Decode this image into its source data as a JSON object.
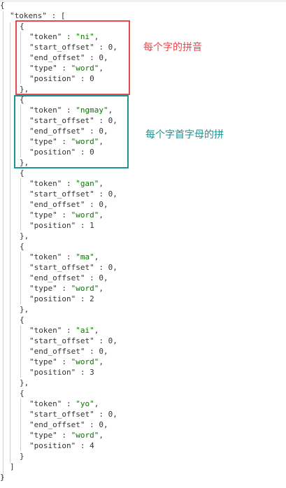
{
  "json": {
    "open_brace": "{",
    "tokens_key": "\"tokens\"",
    "array_open": "[",
    "array_close": "]",
    "close_brace": "}",
    "items": [
      {
        "token": "\"ni\"",
        "start_offset": "0",
        "end_offset": "0",
        "type": "\"word\"",
        "position": "0"
      },
      {
        "token": "\"ngmay\"",
        "start_offset": "0",
        "end_offset": "0",
        "type": "\"word\"",
        "position": "0"
      },
      {
        "token": "\"gan\"",
        "start_offset": "0",
        "end_offset": "0",
        "type": "\"word\"",
        "position": "1"
      },
      {
        "token": "\"ma\"",
        "start_offset": "0",
        "end_offset": "0",
        "type": "\"word\"",
        "position": "2"
      },
      {
        "token": "\"ai\"",
        "start_offset": "0",
        "end_offset": "0",
        "type": "\"word\"",
        "position": "3"
      },
      {
        "token": "\"yo\"",
        "start_offset": "0",
        "end_offset": "0",
        "type": "\"word\"",
        "position": "4"
      }
    ],
    "labels": {
      "token": "\"token\"",
      "start_offset": "\"start_offset\"",
      "end_offset": "\"end_offset\"",
      "type": "\"type\"",
      "position": "\"position\""
    }
  },
  "annotations": {
    "red_note": "每个字的拼音",
    "teal_note": "每个字首字母的拼",
    "red_color": "#e8474b",
    "teal_color": "#1a9494"
  }
}
